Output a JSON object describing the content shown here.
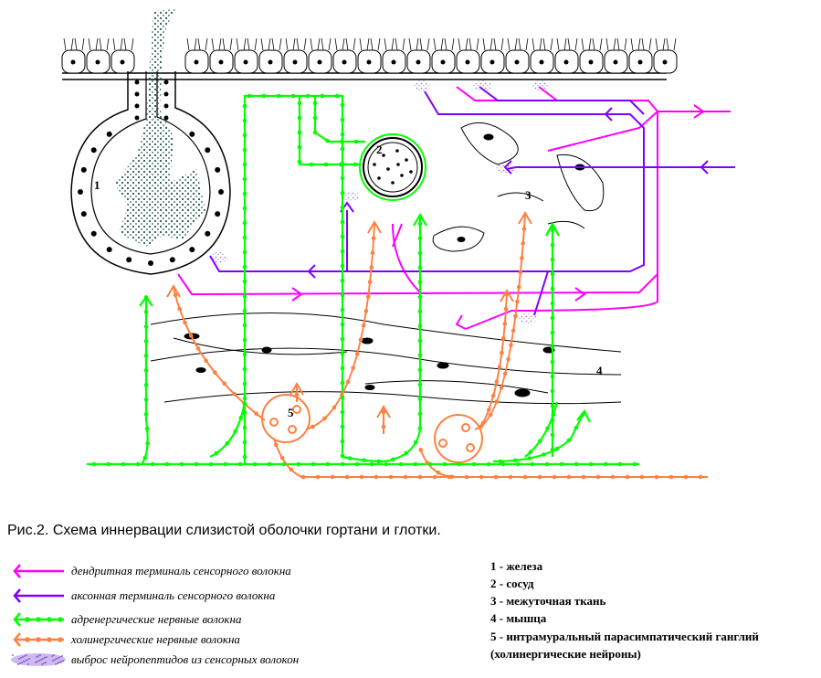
{
  "caption": "Рис.2. Схема иннервации слизистой оболочки гортани и глотки.",
  "legend": [
    {
      "text": "дендритная терминаль сенсорного волокна",
      "color": "#ff00ff"
    },
    {
      "text": "аксонная терминаль   сенсорного волокна",
      "color": "#7f00ff"
    },
    {
      "text": "адренергические нервные волокна",
      "color": "#00ff00"
    },
    {
      "text": "холинергические нервные волокна",
      "color": "#ff8040"
    },
    {
      "text": "выброс нейропептидов из сенсорных волокон",
      "color": "#b080e0"
    }
  ],
  "key": [
    "1 - железа",
    "2 - сосуд",
    "3 - межуточная ткань",
    "4 - мышца",
    "5 - интрамуральный парасимпатический ганглий",
    "(холинергические нейроны)"
  ],
  "diagram_labels": {
    "gland": "1",
    "vessel": "2",
    "interstitium": "3",
    "muscle": "4",
    "ganglion": "5"
  },
  "colors": {
    "dendritic": "#ff00ff",
    "axonal": "#7f00ff",
    "adrenergic": "#00ff00",
    "cholinergic": "#ff8040",
    "gland_secretion": "#1e5a55"
  }
}
